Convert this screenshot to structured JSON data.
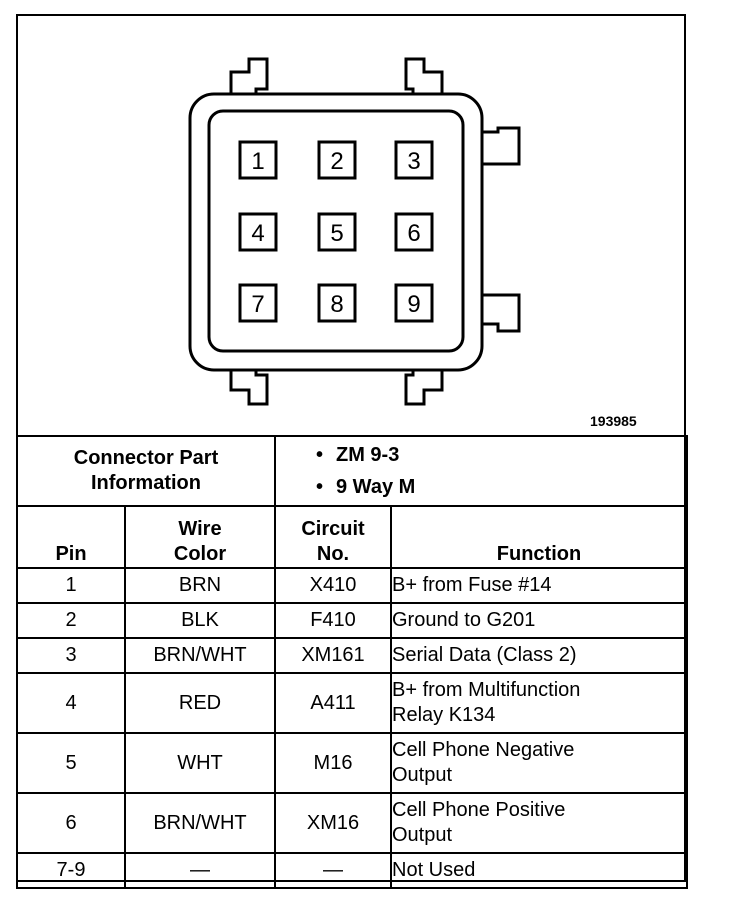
{
  "figure_id": "193985",
  "pin_labels": [
    "1",
    "2",
    "3",
    "4",
    "5",
    "6",
    "7",
    "8",
    "9"
  ],
  "connector_info": {
    "label_line1": "Connector Part",
    "label_line2": "Information",
    "items": [
      "ZM 9-3",
      "9 Way M"
    ]
  },
  "table": {
    "headers": {
      "pin": "Pin",
      "wire_color_line1": "Wire",
      "wire_color_line2": "Color",
      "circuit_line1": "Circuit",
      "circuit_line2": "No.",
      "function": "Function"
    },
    "rows": [
      {
        "pin": "1",
        "color": "BRN",
        "circuit": "X410",
        "function": [
          "B+ from Fuse #14"
        ]
      },
      {
        "pin": "2",
        "color": "BLK",
        "circuit": "F410",
        "function": [
          "Ground to G201"
        ]
      },
      {
        "pin": "3",
        "color": "BRN/WHT",
        "circuit": "XM161",
        "function": [
          "Serial Data (Class 2)"
        ]
      },
      {
        "pin": "4",
        "color": "RED",
        "circuit": "A411",
        "function": [
          "B+ from Multifunction",
          "Relay K134"
        ]
      },
      {
        "pin": "5",
        "color": "WHT",
        "circuit": "M16",
        "function": [
          "Cell Phone Negative",
          "Output"
        ]
      },
      {
        "pin": "6",
        "color": "BRN/WHT",
        "circuit": "XM16",
        "function": [
          "Cell Phone Positive",
          "Output"
        ]
      },
      {
        "pin": "7-9",
        "color": "—",
        "circuit": "—",
        "function": [
          "Not Used"
        ]
      }
    ]
  }
}
